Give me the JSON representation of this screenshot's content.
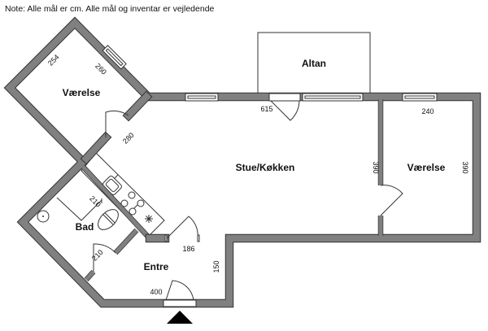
{
  "note": "Note: Alle mål er cm. Alle mål og inventar er vejledende",
  "rooms": {
    "bedroom_left": "Værelse",
    "balcony": "Altan",
    "living_kitchen": "Stue/Køkken",
    "bedroom_right": "Værelse",
    "bathroom": "Bad",
    "entrance": "Entre"
  },
  "dimensions": {
    "bedroom_left_a": "254",
    "bedroom_left_b": "260",
    "bedroom_left_c": "280",
    "living_width": "615",
    "living_depth": "390",
    "bedroom_right_width": "240",
    "bedroom_right_depth": "390",
    "bathroom": "210",
    "bathroom_door": "210",
    "entrance_width": "186",
    "entrance_depth": "150",
    "entrance_length": "400"
  },
  "colors": {
    "wall": "#808080",
    "outline": "#333333"
  }
}
